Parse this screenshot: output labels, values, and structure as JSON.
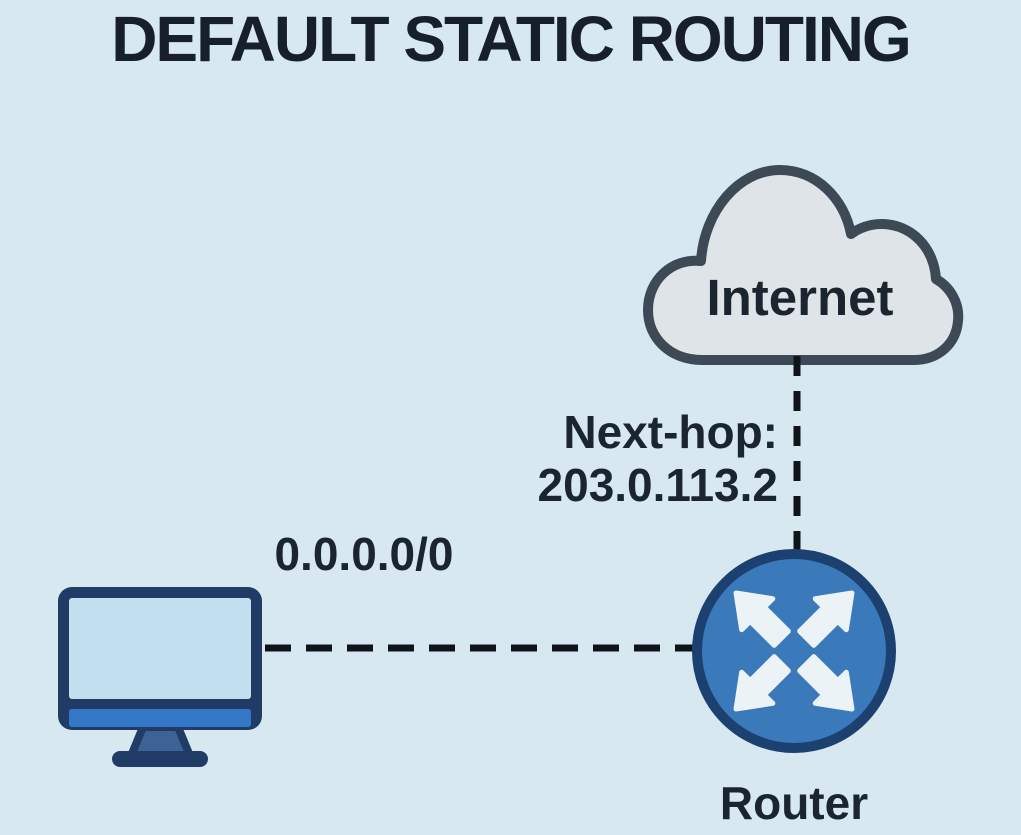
{
  "title": "DEFAULT STATIC ROUTING",
  "nodes": {
    "internet": {
      "type": "cloud",
      "label": "Internet"
    },
    "router": {
      "type": "router",
      "label": "Router"
    },
    "computer": {
      "type": "desktop-computer"
    }
  },
  "links": {
    "computer_to_router": {
      "style": "dashed",
      "label": "0.0.0.0/0"
    },
    "router_to_internet": {
      "style": "dashed",
      "label_line1": "Next-hop:",
      "label_line2": "203.0.113.2"
    }
  },
  "colors": {
    "background": "#d7e8f1",
    "title_text": "#161f2a",
    "label_text": "#1b2530",
    "cloud_fill": "#dfe4e8",
    "cloud_stroke": "#3d4a55",
    "dash_line": "#0e141a",
    "router_fill": "#3a79ba",
    "router_stroke": "#1c4070",
    "arrow_fill": "#ebf3f7",
    "monitor_frame": "#203c66",
    "monitor_screen": "#c0e0ef",
    "monitor_bar": "#3678c8",
    "monitor_stand": "#3d6295"
  }
}
